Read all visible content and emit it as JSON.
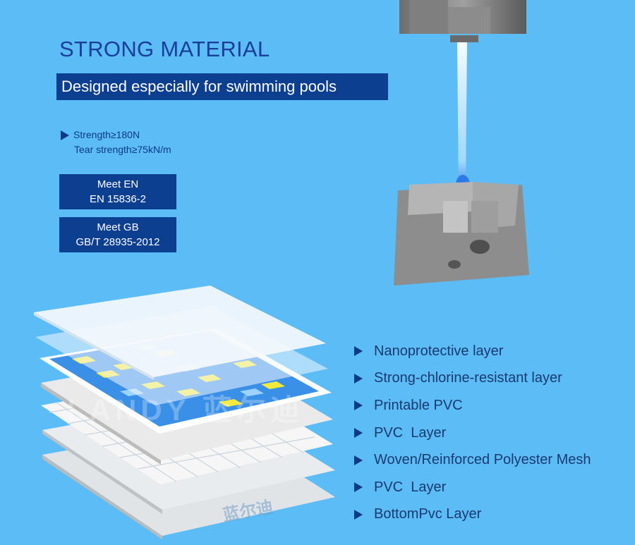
{
  "header": {
    "title": "STRONG MATERIAL",
    "subtitle": "Designed especially for swimming pools"
  },
  "specs": {
    "strength": "Strength≥180N",
    "tear_strength": "Tear strength≥75kN/m"
  },
  "standards": [
    {
      "line1": "Meet EN",
      "line2": "EN 15836-2"
    },
    {
      "line1": "Meet GB",
      "line2": "GB/T 28935-2012"
    }
  ],
  "layers": [
    "Nanoprotective layer",
    "Strong-chlorine-resistant layer",
    "Printable PVC",
    "PVC  Layer",
    "Woven/Reinforced Polyester Mesh",
    "PVC  Layer",
    "BottomPvc Layer"
  ],
  "watermark": {
    "brand": "LANDY",
    "cn_top": "蓝尔迪",
    "cn_bottom": "蓝尔迪"
  },
  "colors": {
    "background": "#5cbcf6",
    "navy": "#0c3f8f",
    "title": "#1a3e9a"
  },
  "icons": [
    "triangle-bullet-icon",
    "tensile-test-machine-illustration",
    "layer-stack-illustration"
  ]
}
